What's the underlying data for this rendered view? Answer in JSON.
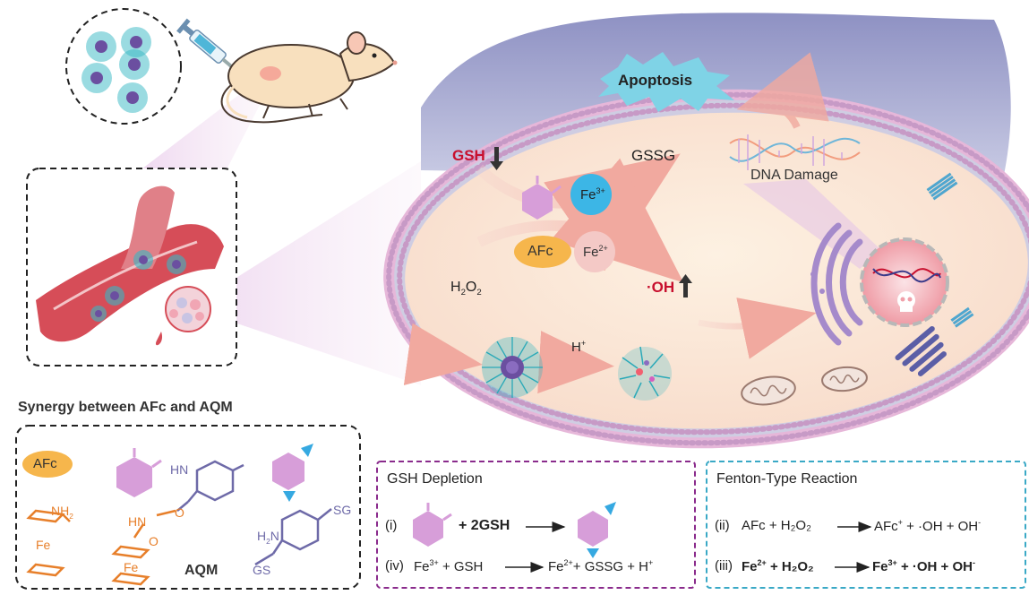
{
  "labels": {
    "apoptosis": "Apoptosis",
    "gsh": "GSH",
    "gssg": "GSSG",
    "dna_damage": "DNA Damage",
    "fe3": "Fe",
    "fe3_sup": "3+",
    "fe2": "Fe",
    "fe2_sup": "2+",
    "afc": "AFc",
    "h2o2": "H",
    "h2o2_sub": "2",
    "h2o2_o": "O",
    "h2o2_sub2": "2",
    "oh": "·OH",
    "hplus": "H",
    "hplus_sup": "+"
  },
  "synergy": {
    "title": "Synergy between AFc and AQM",
    "afc": "AFc",
    "nh2_afc": "NH",
    "nh2_afc_sub": "2",
    "fe_afc": "Fe",
    "hn": "HN",
    "o1": "O",
    "hn_amide": "HN",
    "o2": "O",
    "fe_aqm": "Fe",
    "aqm": "AQM",
    "h2n": "H",
    "h2n_sub": "2",
    "h2n_n": "N",
    "sg1": "SG",
    "gs2": "GS"
  },
  "gsh_panel": {
    "title": "GSH Depletion",
    "i_label": "(i)",
    "i_reagent": "+ 2GSH",
    "iv_label": "(iv)",
    "iv_eq_a": "Fe",
    "iv_eq_a_sup": "3+",
    "iv_eq_b": " + GSH",
    "iv_eq_c": "Fe",
    "iv_eq_c_sup": "2+",
    "iv_eq_d": "+ GSSG + H",
    "iv_eq_d_sup": "+"
  },
  "fenton_panel": {
    "title": "Fenton-Type Reaction",
    "ii_label": "(ii)",
    "ii_left": "AFc + H₂O₂",
    "ii_right_a": "AFc",
    "ii_right_a_sup": "+",
    "ii_right_b": " + ",
    "ii_right_c": "·OH + OH",
    "ii_right_c_sup": "-",
    "iii_label": "(iii)",
    "iii_left_a": "Fe",
    "iii_left_a_sup": "2+",
    "iii_left_b": " + H₂O₂",
    "iii_right_a": "Fe",
    "iii_right_a_sup": "3+",
    "iii_right_b": " + ·OH + OH",
    "iii_right_b_sup": "-"
  },
  "colors": {
    "accent_red": "#c8102e",
    "hexagon": "#d79ed9",
    "afc_fill": "#f6b64c",
    "fe3_fill": "#3cb6e6",
    "fe2_fill": "#f4c9c6",
    "orange_struct": "#e77f2a",
    "purple_struct": "#6e6aa8",
    "panel_gsh": "#8a2b8c",
    "panel_fenton": "#3aa9c6",
    "cell_fill": "#fbe9d9",
    "cell_top": "#a9abcf",
    "micelle": "#36b7c4"
  }
}
